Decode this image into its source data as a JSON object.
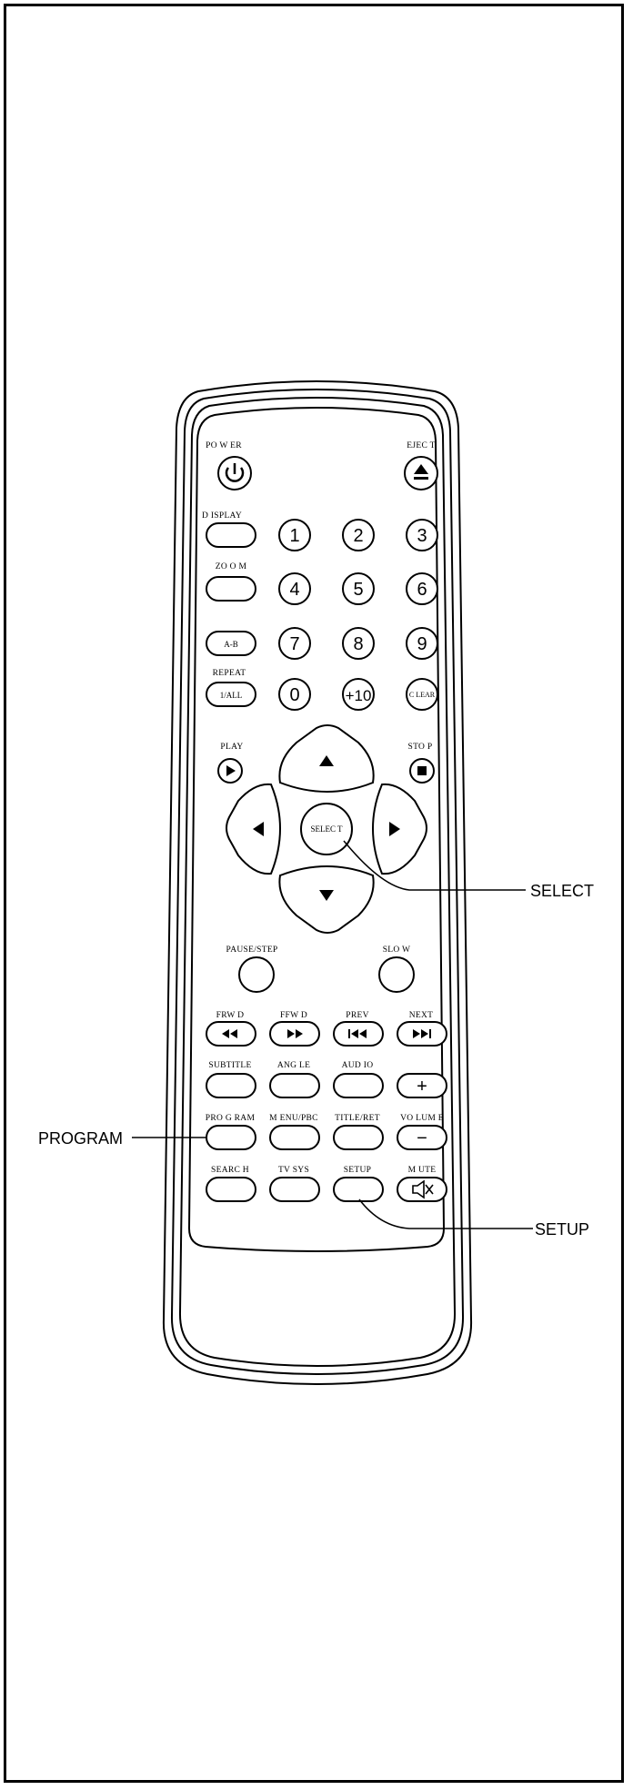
{
  "labels": {
    "power": "PO W ER",
    "eject": "EJEC T",
    "display": "D ISPLAY",
    "zoom": "ZO O M",
    "repeat": "REPEAT",
    "play": "PLAY",
    "stop": "STO P",
    "pause_step": "PAUSE/STEP",
    "slow": "SLO W",
    "frwd": "FRW D",
    "ffwd": "FFW D",
    "prev": "PREV",
    "next": "NEXT",
    "subtitle": "SUBTITLE",
    "angle": "ANG LE",
    "audio": "AUD IO",
    "program": "PRO G RAM",
    "menu_pbc": "M ENU/PBC",
    "title_ret": "TITLE/RET",
    "volume": "VO LUM E",
    "search": "SEARC H",
    "tv_sys": "TV SYS",
    "setup": "SETUP",
    "mute": "M UTE"
  },
  "buttons": {
    "ab": "A-B",
    "repeat_mode": "1/ALL",
    "clear": "C LEAR",
    "select": "SELEC T",
    "plus10": "+10",
    "vol_plus": "+",
    "vol_minus": "−",
    "digits": [
      "1",
      "2",
      "3",
      "4",
      "5",
      "6",
      "7",
      "8",
      "9",
      "0"
    ]
  },
  "callouts": {
    "select": "SELECT",
    "program": "PROGRAM",
    "setup": "SETUP"
  }
}
